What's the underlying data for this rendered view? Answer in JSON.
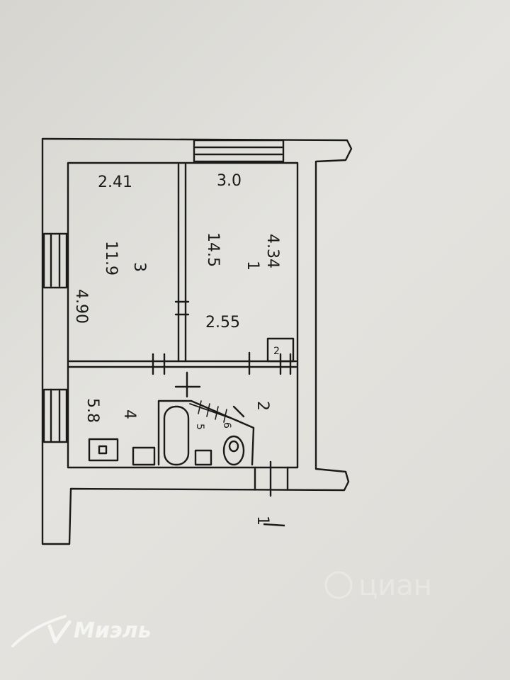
{
  "plan": {
    "rooms": [
      {
        "id": "room-3",
        "number": "3",
        "area": "11.9",
        "width": "2.41",
        "length": "4.90"
      },
      {
        "id": "room-1",
        "number": "1",
        "area": "14.5",
        "width": "3.0",
        "length": "4.34",
        "note": "2.55"
      },
      {
        "id": "room-4",
        "number": "4",
        "area": "5.8"
      },
      {
        "id": "room-2",
        "number": "2"
      },
      {
        "id": "room-5",
        "number": "5"
      },
      {
        "id": "room-6",
        "number": "6"
      }
    ],
    "entrance_marker": "1",
    "closet_label": "2"
  },
  "watermarks": {
    "brand_miel": "Миэль",
    "brand_cian": "циан"
  },
  "colors": {
    "paper": "#dedcd7",
    "ink": "#1a1a1a",
    "watermark": "#f5f5f3"
  }
}
